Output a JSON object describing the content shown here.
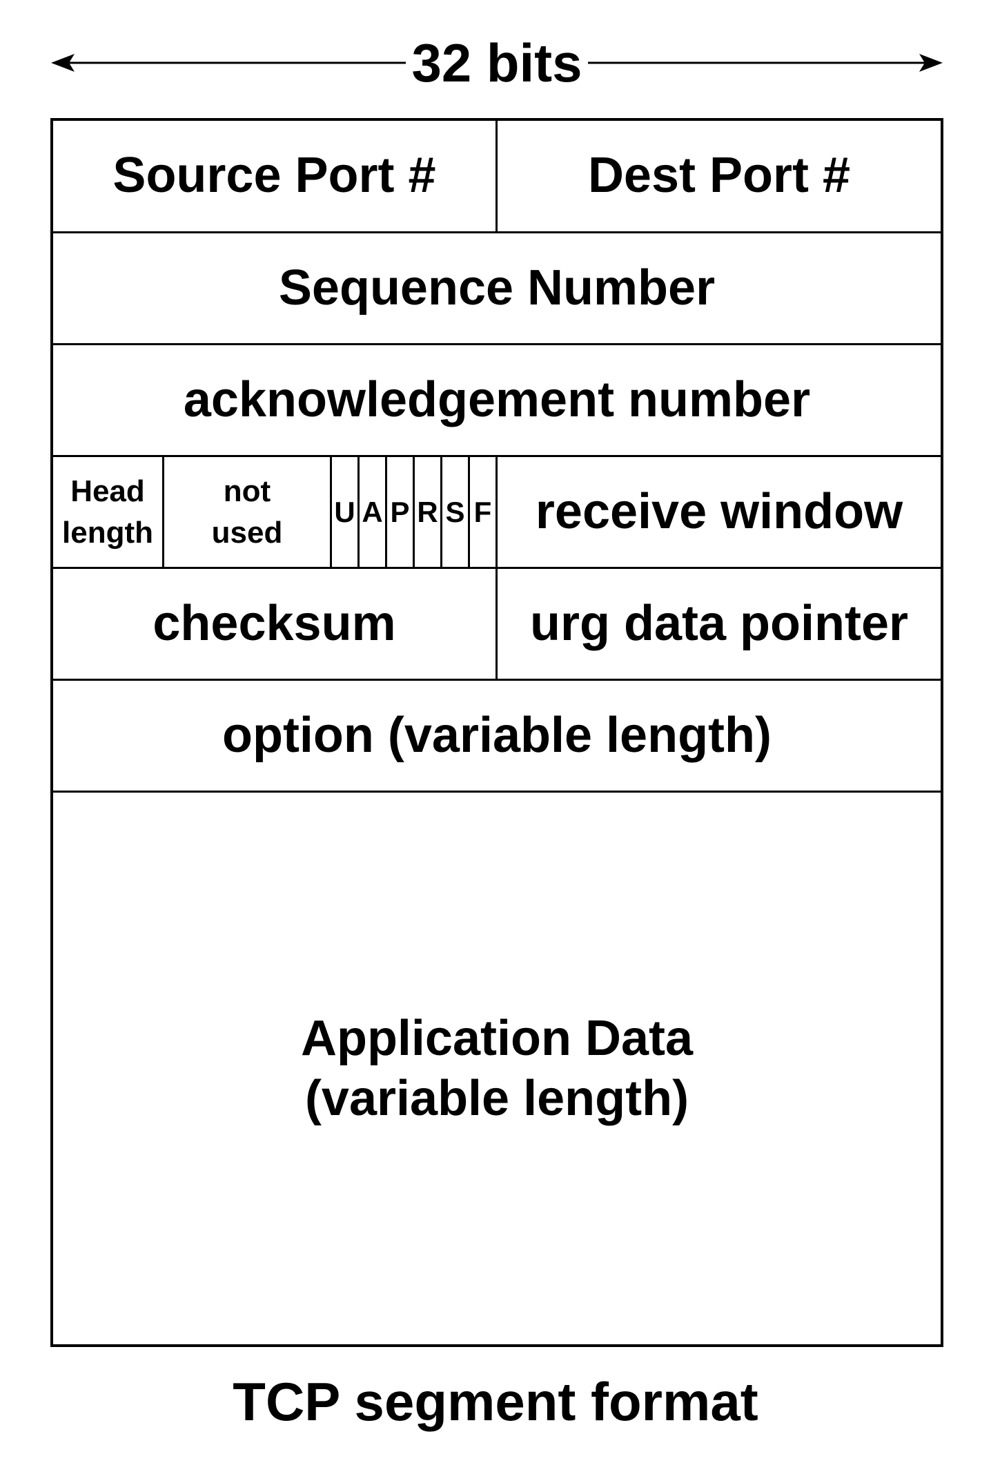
{
  "width_label": "32 bits",
  "rows": {
    "ports": {
      "source": "Source Port #",
      "dest": "Dest Port #"
    },
    "sequence": "Sequence Number",
    "ack": "acknowledgement number",
    "flags_row": {
      "head_length_line1": "Head",
      "head_length_line2": "length",
      "not_used_line1": "not",
      "not_used_line2": "used",
      "flags": [
        "U",
        "A",
        "P",
        "R",
        "S",
        "F"
      ],
      "receive_window": "receive window"
    },
    "checksum_row": {
      "checksum": "checksum",
      "urg_pointer": "urg data pointer"
    },
    "options": "option (variable length)",
    "data": {
      "line1": "Application Data",
      "line2": "(variable length)"
    }
  },
  "caption": "TCP segment format"
}
